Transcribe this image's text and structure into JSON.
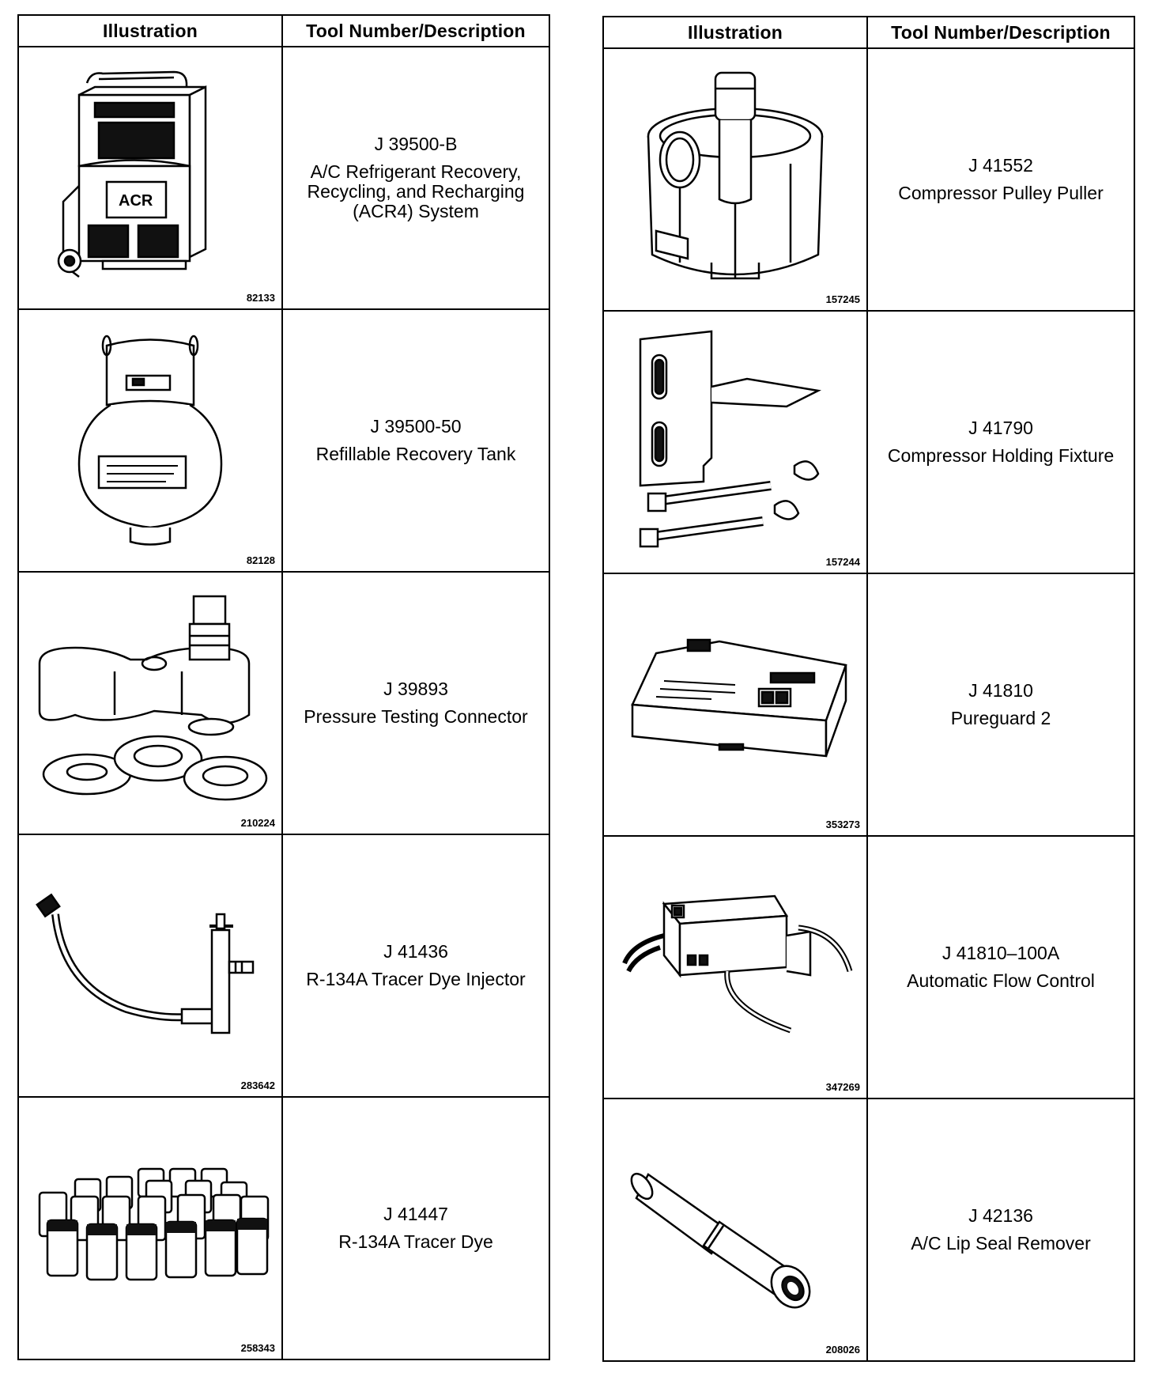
{
  "left_table": {
    "header_illustration": "Illustration",
    "header_description": "Tool Number/Description",
    "rows": [
      {
        "fig": "82133",
        "number": "J 39500-B",
        "desc": [
          "A/C Refrigerant Recovery,",
          "Recycling, and Recharging",
          "(ACR4) System"
        ]
      },
      {
        "fig": "82128",
        "number": "J 39500-50",
        "desc": [
          "Refillable Recovery Tank"
        ]
      },
      {
        "fig": "210224",
        "number": "J 39893",
        "desc": [
          "Pressure Testing Connector"
        ]
      },
      {
        "fig": "283642",
        "number": "J 41436",
        "desc": [
          "R-134A Tracer Dye Injector"
        ]
      },
      {
        "fig": "258343",
        "number": "J 41447",
        "desc": [
          "R-134A Tracer Dye"
        ]
      }
    ]
  },
  "right_table": {
    "header_illustration": "Illustration",
    "header_description": "Tool Number/Description",
    "rows": [
      {
        "fig": "157245",
        "number": "J 41552",
        "desc": [
          "Compressor Pulley Puller"
        ]
      },
      {
        "fig": "157244",
        "number": "J 41790",
        "desc": [
          "Compressor Holding Fixture"
        ]
      },
      {
        "fig": "353273",
        "number": "J 41810",
        "desc": [
          "Pureguard 2"
        ]
      },
      {
        "fig": "347269",
        "number": "J 41810–100A",
        "desc": [
          "Automatic Flow Control"
        ]
      },
      {
        "fig": "208026",
        "number": "J 42136",
        "desc": [
          "A/C Lip Seal Remover"
        ]
      }
    ]
  },
  "illustrations": {
    "l0": "acr4-recovery-station-icon",
    "l1": "recovery-tank-icon",
    "l2": "pressure-testing-connector-icon",
    "l3": "tracer-dye-injector-icon",
    "l4": "tracer-dye-bottles-icon",
    "r0": "pulley-puller-icon",
    "r1": "holding-fixture-icon",
    "r2": "pureguard-unit-icon",
    "r3": "flow-control-icon",
    "r4": "lip-seal-remover-icon"
  }
}
